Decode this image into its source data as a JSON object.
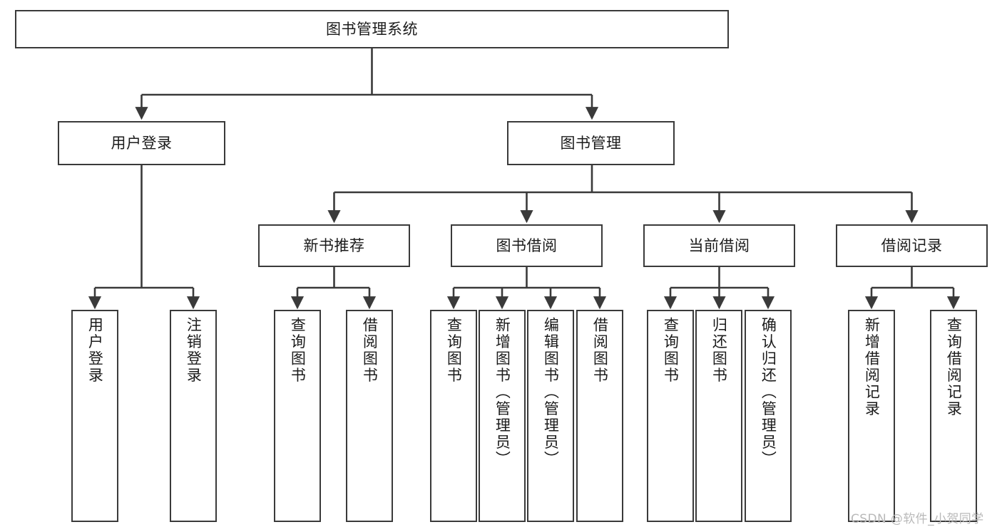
{
  "diagram": {
    "title": "图书管理系统",
    "watermark": "CSDN @软件_小贺同学",
    "colors": {
      "stroke": "#3a3a3a",
      "fill": "#ffffff",
      "text": "#1b1b1b",
      "watermark": "#b9b9b9"
    },
    "levels": {
      "root": {
        "label": "图书管理系统"
      },
      "level2": [
        {
          "label": "用户登录"
        },
        {
          "label": "图书管理"
        }
      ],
      "level3": [
        {
          "label": "新书推荐"
        },
        {
          "label": "图书借阅"
        },
        {
          "label": "当前借阅"
        },
        {
          "label": "借阅记录"
        }
      ],
      "leaves": {
        "user_login": [
          {
            "label": "用户登录"
          },
          {
            "label": "注销登录"
          }
        ],
        "new_book": [
          {
            "label": "查询图书"
          },
          {
            "label": "借阅图书"
          }
        ],
        "book_borrow": [
          {
            "label": "查询图书"
          },
          {
            "label": "新增图书（管理员）"
          },
          {
            "label": "编辑图书（管理员）"
          },
          {
            "label": "借阅图书"
          }
        ],
        "current_borrow": [
          {
            "label": "查询图书"
          },
          {
            "label": "归还图书"
          },
          {
            "label": "确认归还（管理员）"
          }
        ],
        "borrow_record": [
          {
            "label": "新增借阅记录"
          },
          {
            "label": "查询借阅记录"
          }
        ]
      }
    }
  }
}
